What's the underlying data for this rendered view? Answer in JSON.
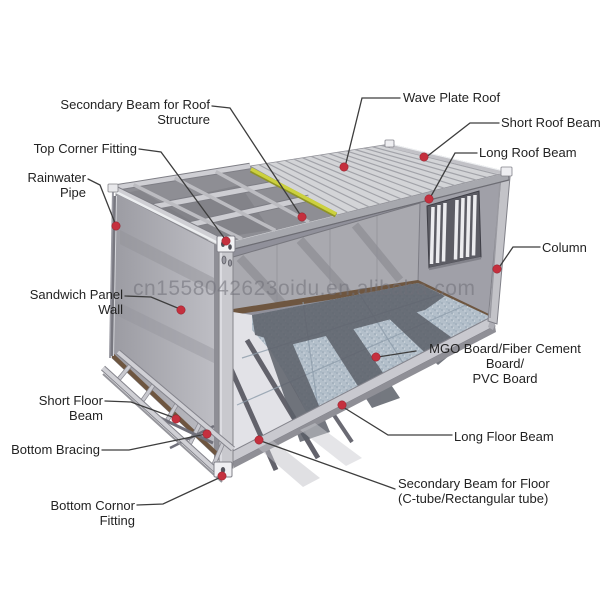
{
  "watermark": "cn1558042623oidu.en.alibaba.com",
  "callouts": {
    "secondary_beam_roof": "Secondary Beam for Roof Structure",
    "top_corner_fitting": "Top Corner Fitting",
    "rainwater_pipe": "Rainwater Pipe",
    "sandwich_panel_wall": "Sandwich Panel Wall",
    "short_floor_beam": "Short Floor Beam",
    "bottom_bracing": "Bottom Bracing",
    "bottom_cornor_fitting": "Bottom Cornor Fitting",
    "wave_plate_roof": "Wave Plate Roof",
    "short_roof_beam": "Short Roof Beam",
    "long_roof_beam": "Long Roof Beam",
    "column": "Column",
    "mgo_board_line1": "MGO Board/Fiber Cement Board/",
    "mgo_board_line2": "PVC Board",
    "long_floor_beam": "Long Floor Beam",
    "secondary_beam_floor_line1": "Secondary Beam for Floor",
    "secondary_beam_floor_line2": "(C-tube/Rectangular tube)"
  },
  "colors": {
    "callout_dot": "#c5303e",
    "leader_line": "#3d3d3d",
    "highlight_beam_yellow": "#ccd13e",
    "floor_board_blue": "#b3bfca",
    "base_strip_brown": "#6e5640",
    "watermark_gray": "#6f6f78"
  }
}
